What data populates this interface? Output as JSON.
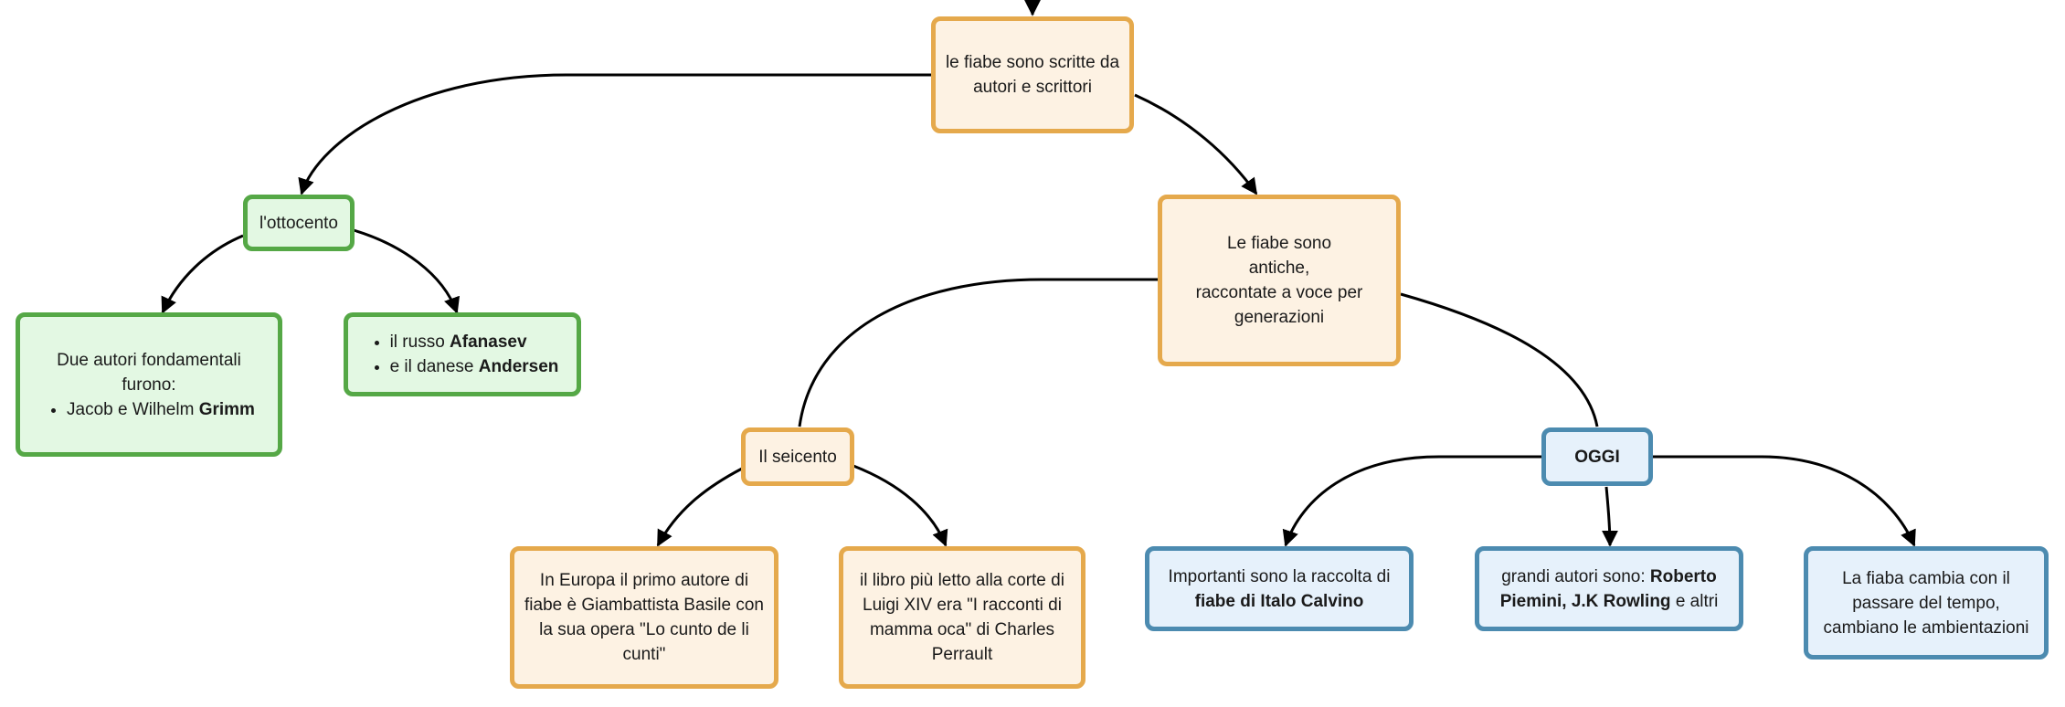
{
  "colors": {
    "orange_fill": "#fdf2e3",
    "orange_border": "#e5a94c",
    "green_fill": "#e3f8e3",
    "green_border": "#55a846",
    "blue_fill": "#e6f1fb",
    "blue_border": "#4c8bb0",
    "edge": "#000000"
  },
  "nodes": {
    "root": {
      "line1": "le fiabe sono scritte da",
      "line2": "autori e scrittori"
    },
    "ottocento": {
      "label": "l'ottocento"
    },
    "grimm": {
      "line1": "Due autori fondamentali",
      "line2": "furono:",
      "bullet_text": "Jacob e Wilhelm ",
      "bullet_bold": "Grimm"
    },
    "afanasev": {
      "item1_text": "il russo ",
      "item1_bold": "Afanasev",
      "item2_text": "e il danese ",
      "item2_bold": "Andersen"
    },
    "antiche": {
      "line1": "Le fiabe sono",
      "line2": "antiche,",
      "line3": "raccontate a voce per",
      "line4": "generazioni"
    },
    "seicento": {
      "label": "Il seicento"
    },
    "basile": {
      "line1": "In Europa il primo autore di",
      "line2": "fiabe è Giambattista Basile con",
      "line3": "la sua opera \"Lo cunto de li",
      "line4": "cunti\""
    },
    "perrault": {
      "line1": "il libro più letto alla corte di",
      "line2": "Luigi XIV era \"I racconti di",
      "line3": "mamma oca\" di Charles",
      "line4": "Perrault"
    },
    "oggi": {
      "label": "OGGI"
    },
    "calvino": {
      "line1": "Importanti sono la raccolta di",
      "line2_bold": "fiabe di Italo Calvino"
    },
    "autori_oggi": {
      "line1_text": "grandi autori sono: ",
      "line1_bold": "Roberto",
      "line2_bold": "Piemini, J.K Rowling",
      "line2_text": " e altri"
    },
    "cambia": {
      "line1": "La fiaba cambia con il",
      "line2": "passare del tempo,",
      "line3": "cambiano le ambientazioni"
    }
  }
}
